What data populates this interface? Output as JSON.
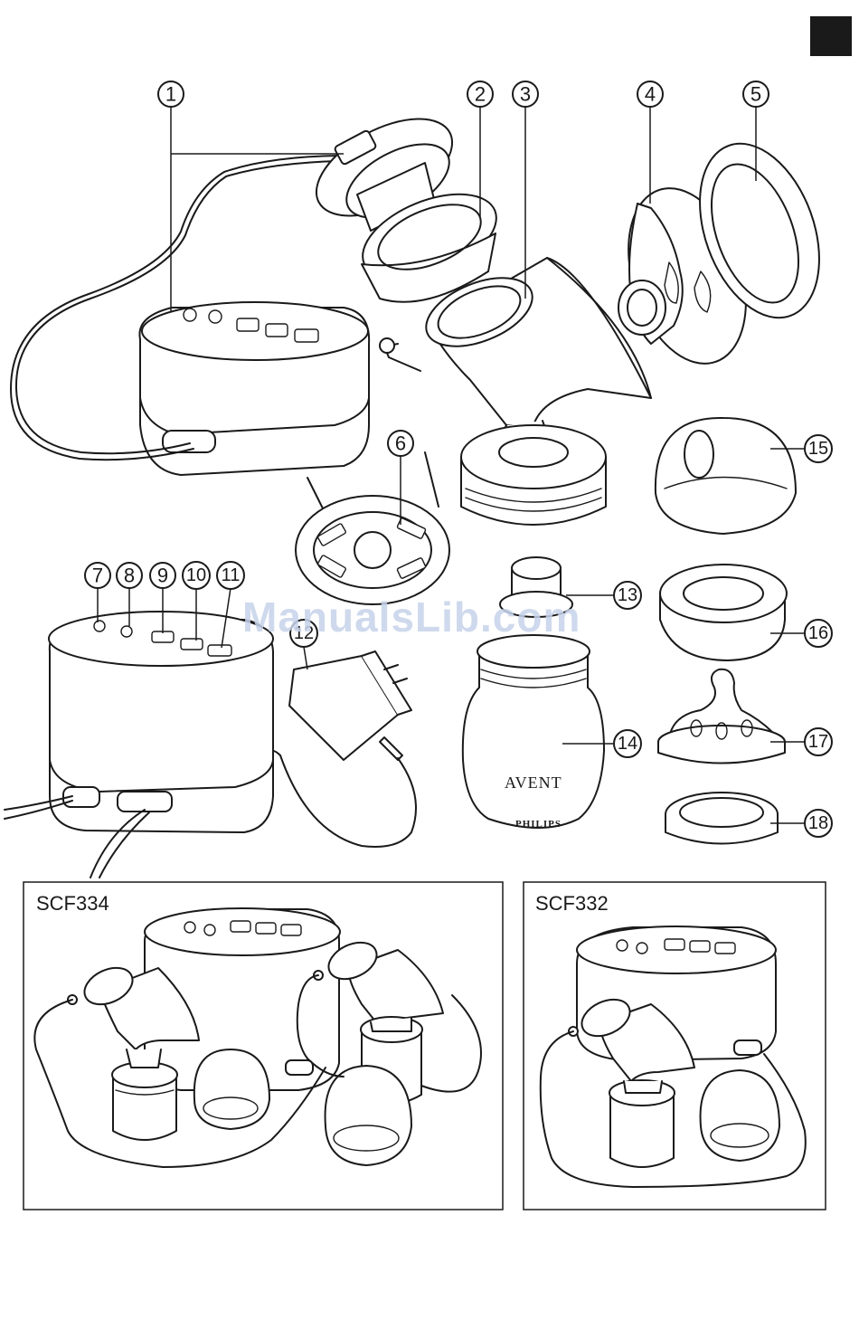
{
  "corner_tab": {
    "color": "#1a1a1a"
  },
  "watermark": {
    "text": "ManualsLib.com",
    "color": "#c7d3ea"
  },
  "callouts": {
    "n1": "1",
    "n2": "2",
    "n3": "3",
    "n4": "4",
    "n5": "5",
    "n6": "6",
    "n7": "7",
    "n8": "8",
    "n9": "9",
    "n10": "10",
    "n11": "11",
    "n12": "12",
    "n13": "13",
    "n14": "14",
    "n15": "15",
    "n16": "16",
    "n17": "17",
    "n18": "18"
  },
  "bottle_brand": {
    "avent": "AVENT",
    "philips": "PHILIPS"
  },
  "panels": {
    "left_label": "SCF334",
    "right_label": "SCF332"
  }
}
